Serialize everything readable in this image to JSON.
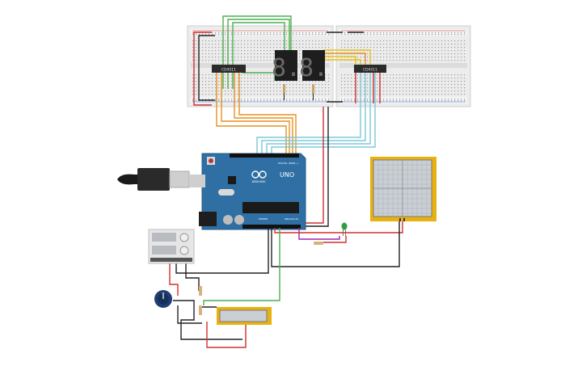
{
  "board": {
    "brand_text": "ARDUINO",
    "model_text": "UNO",
    "digital_header_label": "DIGITAL (PWM~)",
    "power_header_label": "POWER",
    "analog_header_label": "ANALOG IN"
  },
  "chips": {
    "left_chip_label": "CD4511",
    "right_chip_label": "CD4511"
  },
  "seven_segment": {
    "left_digit": "8.",
    "right_digit": "8."
  },
  "colors": {
    "board_blue": "#2f6fa3",
    "breadboard": "#e8e8e8",
    "wire_green": "#4caf50",
    "wire_orange": "#e8901e",
    "wire_yellow": "#e6c21a",
    "wire_cyan": "#7ec8d8",
    "wire_red": "#d32f2f",
    "wire_black": "#222222",
    "pad_yellow": "#e8b010"
  },
  "components": {
    "usb_cable": "usb-cable",
    "touchpad": "touch-sensor-pad",
    "led": "green-led",
    "potentiometer": "potentiometer-knob",
    "lcd": "lcd-display",
    "power_supply": "dual-power-supply"
  }
}
